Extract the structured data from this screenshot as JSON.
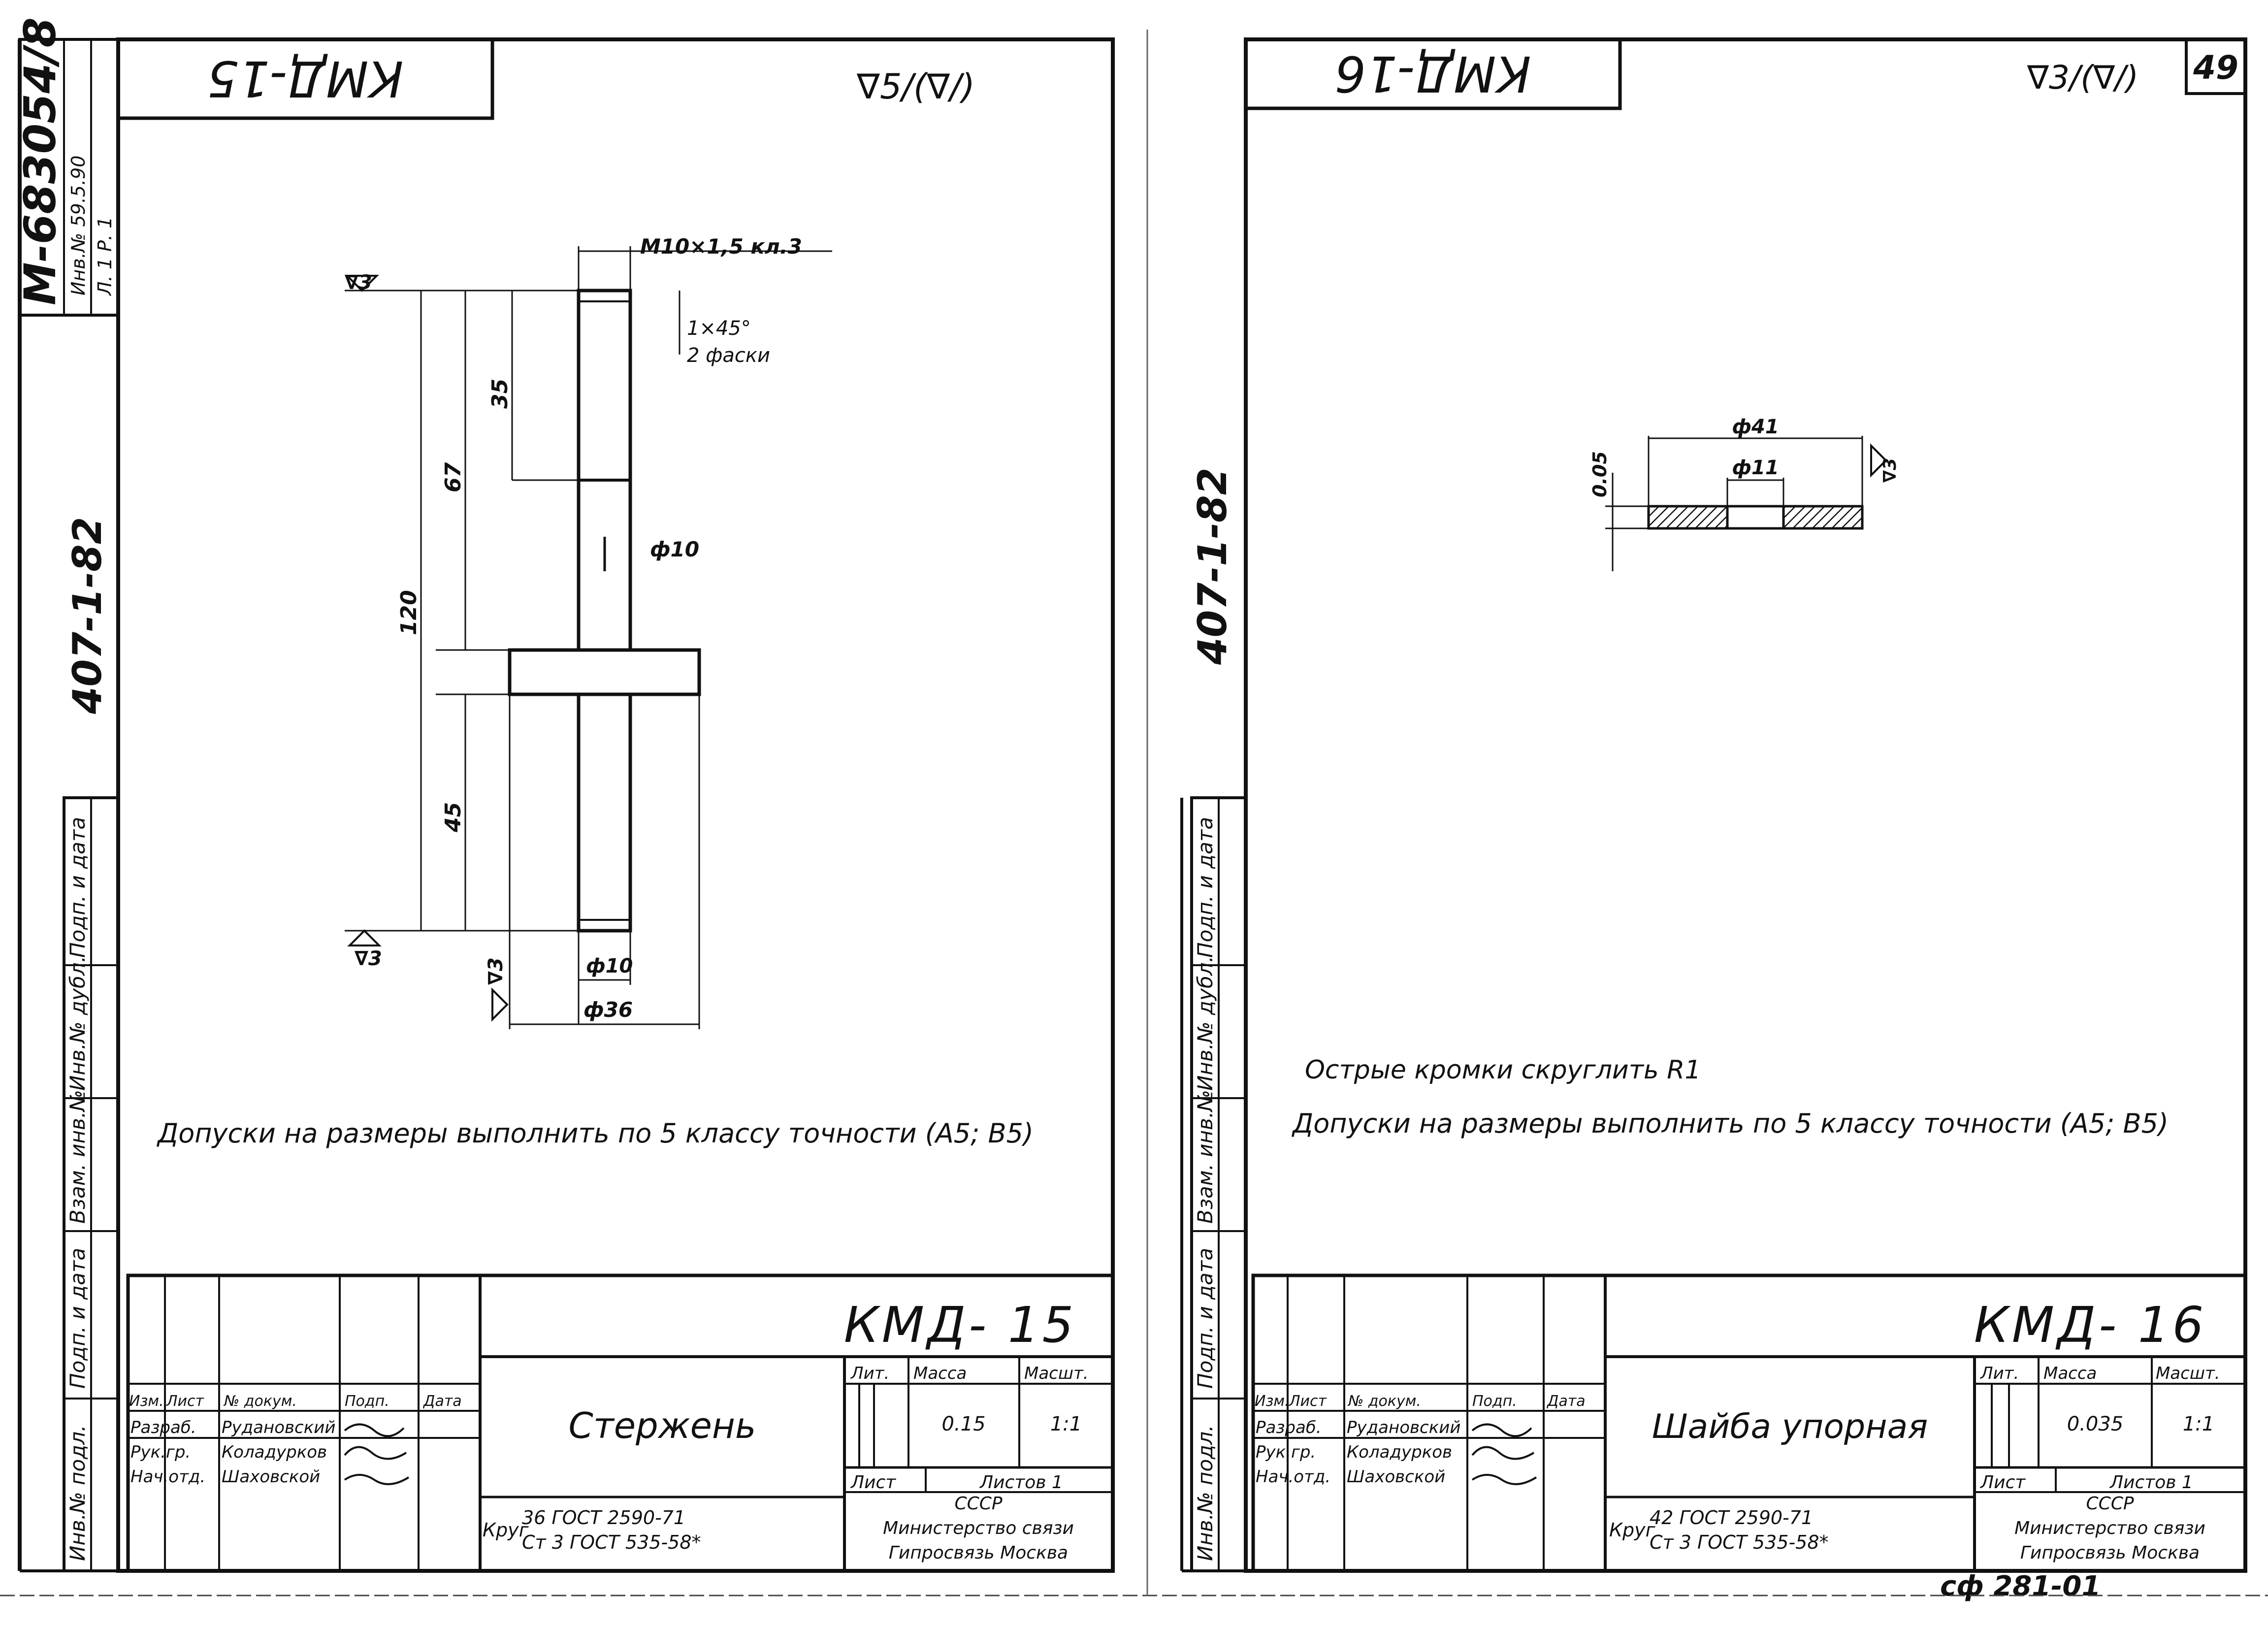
{
  "left_sheet": {
    "archive_number": "М-683054/8",
    "archive_note1": "Инв.№ 59.5.90",
    "archive_note2": "Л. 1   Р. 1",
    "series": "407-1-82",
    "top_code": "КМД-15",
    "roughness_top": "∇5/(∇/)",
    "side_labels": [
      "Инв.№ подл.",
      "Подп. и дата",
      "Взам. инв.№",
      "Инв.№ дубл.",
      "Подп. и дата"
    ],
    "dims": {
      "thread": "М10×1,5 кл.3",
      "chamfer": "1×45°",
      "chamfer_note": "2 фаски",
      "d_rod": "ф10",
      "d_rod_bottom": "ф10",
      "d_collar": "ф36",
      "len_total": "120",
      "len_upper": "67",
      "len_thread": "35",
      "len_lower": "45",
      "rough_a": "∇3",
      "rough_b": "∇3",
      "rough_c": "∇3"
    },
    "note": "Допуски на размеры выполнить по 5 классу точности (А5; В5)",
    "title_block": {
      "code": "КМД- 15",
      "name": "Стержень",
      "col_headers": [
        "Изм.",
        "Лист",
        "№ докум.",
        "Подп.",
        "Дата"
      ],
      "roles": [
        "Разраб.",
        "Рук.гр.",
        "Нач.отд."
      ],
      "people": [
        "Рудановский",
        "Коладурков",
        "Шаховской"
      ],
      "lit_label": "Лит.",
      "mass_label": "Масса",
      "scale_label": "Масшт.",
      "mass": "0.15",
      "scale": "1:1",
      "sheet_label": "Лист",
      "sheets_label": "Листов 1",
      "material_label": "Круг",
      "material_line1": "36 ГОСТ 2590-71",
      "material_line2": "Ст 3 ГОСТ 535-58*",
      "org1": "СССР",
      "org2": "Министерство связи",
      "org3": "Гипросвязь Москва"
    }
  },
  "right_sheet": {
    "series": "407-1-82",
    "top_code": "КМД-16",
    "roughness_top": "∇3/(∇/)",
    "page_number": "49",
    "side_labels": [
      "Инв.№ подл.",
      "Подп. и дата",
      "Взам. инв.№",
      "Инв.№ дубл.",
      "Подп. и дата"
    ],
    "dims": {
      "d_outer": "ф41",
      "d_inner": "ф11",
      "thickness": "0.05",
      "rough": "∇3"
    },
    "note1": "Острые кромки скруглить R1",
    "note2": "Допуски на размеры выполнить по 5 классу точности (А5; В5)",
    "title_block": {
      "code": "КМД- 16",
      "name": "Шайба упорная",
      "col_headers": [
        "Изм.",
        "Лист",
        "№ докум.",
        "Подп.",
        "Дата"
      ],
      "roles": [
        "Разраб.",
        "Рук.гр.",
        "Нач.отд."
      ],
      "people": [
        "Рудановский",
        "Коладурков",
        "Шаховской"
      ],
      "lit_label": "Лит.",
      "mass_label": "Масса",
      "scale_label": "Масшт.",
      "mass": "0.035",
      "scale": "1:1",
      "sheet_label": "Лист",
      "sheets_label": "Листов 1",
      "material_label": "Круг",
      "material_line1": "42 ГОСТ 2590-71",
      "material_line2": "Ст 3 ГОСТ 535-58*",
      "org1": "СССР",
      "org2": "Министерство связи",
      "org3": "Гипросвязь Москва"
    },
    "footer_code": "сф 281-01"
  }
}
